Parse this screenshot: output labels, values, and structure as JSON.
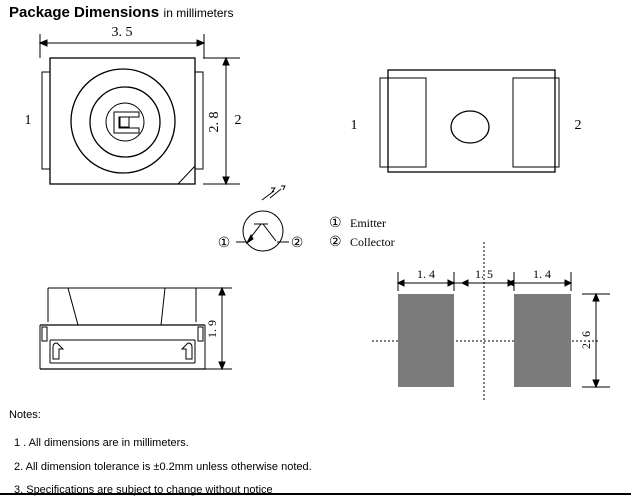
{
  "title": {
    "main": "Package Dimensions",
    "sub": "in millimeters"
  },
  "top_view": {
    "width_label": "3. 5",
    "height_label": "2. 8",
    "pin_left": "1",
    "pin_right": "2"
  },
  "bottom_view": {
    "pin_left": "1",
    "pin_right": "2"
  },
  "symbol": {
    "pin1": "①",
    "pin2": "②"
  },
  "pin_legend": [
    {
      "marker": "①",
      "label": "Emitter"
    },
    {
      "marker": "②",
      "label": "Collector"
    }
  ],
  "side_view": {
    "height_label": "1. 9"
  },
  "pad_layout": {
    "left_pad_width": "1. 4",
    "gap": "1. 5",
    "right_pad_width": "1. 4",
    "pad_height": "2. 6"
  },
  "notes": {
    "heading": "Notes:",
    "items": [
      "1 . All dimensions are in millimeters.",
      "2.  All dimension tolerance is ±0.2mm unless otherwise noted.",
      "3.  Specifications are subject to change without notice"
    ]
  },
  "colors": {
    "pad_fill": "#7b7b7b",
    "line": "#000000"
  }
}
